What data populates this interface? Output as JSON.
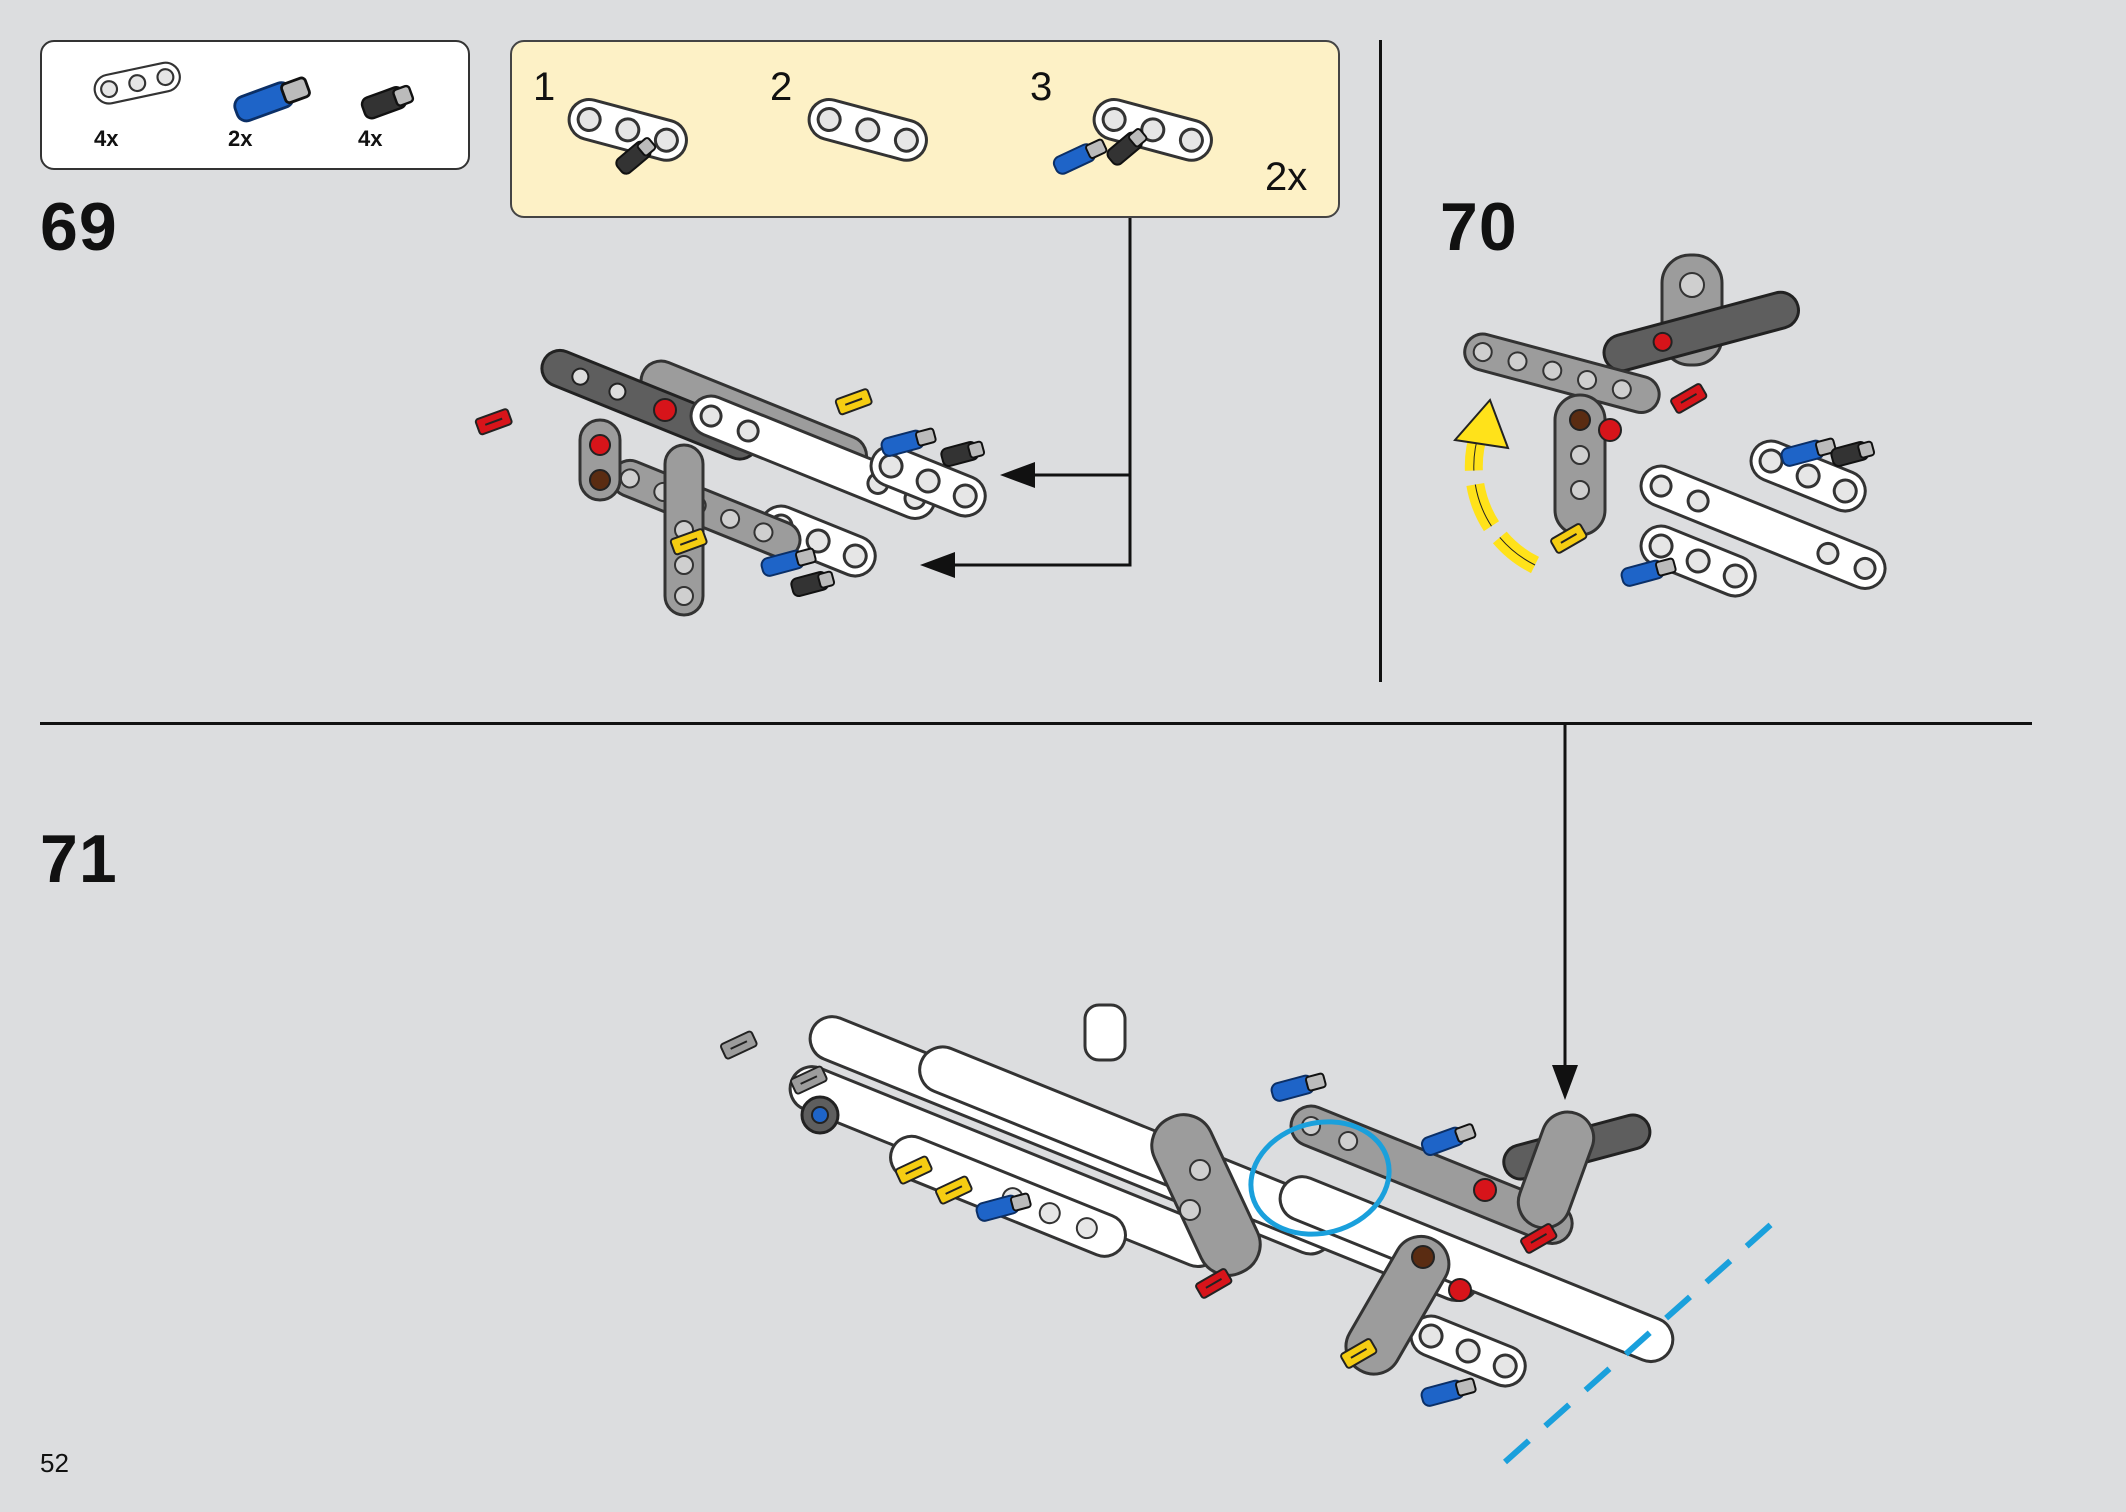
{
  "parts_list": [
    {
      "name": "beam-3-white",
      "quantity": "4x"
    },
    {
      "name": "pin-long-blue",
      "quantity": "2x"
    },
    {
      "name": "pin-black",
      "quantity": "4x"
    }
  ],
  "sub_steps": [
    {
      "number": "1"
    },
    {
      "number": "2"
    },
    {
      "number": "3"
    }
  ],
  "sub_assembly_multiplier": "2x",
  "steps": [
    {
      "number": "69"
    },
    {
      "number": "70"
    },
    {
      "number": "71"
    }
  ],
  "page_number": "52",
  "colors": {
    "background": "#dcdddf",
    "callout": "#fdf1c6",
    "white_part": "#ffffff",
    "gray_part": "#9c9c9c",
    "dark_gray_part": "#5e5e5e",
    "red_part": "#d7141a",
    "blue_part": "#1e64c8",
    "yellow_part": "#f5cd12",
    "rotation_arrow": "#ffe21a",
    "highlight": "#1aa0dc"
  },
  "icons": [
    "rotation-arrow-icon",
    "pointer-arrow-icon",
    "highlight-circle-icon"
  ]
}
